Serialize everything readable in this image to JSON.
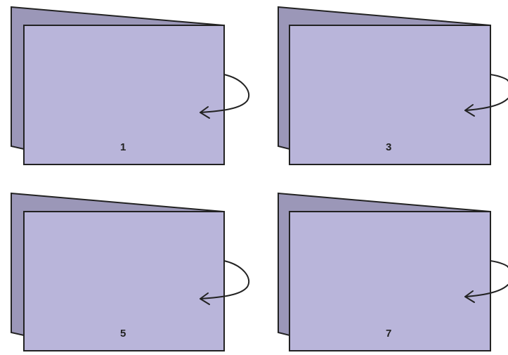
{
  "colors": {
    "back_page": "#9b97b8",
    "front_page": "#b9b5da",
    "outline": "#222222",
    "arrow": "#222222"
  },
  "panels": [
    {
      "label": "1"
    },
    {
      "label": "3"
    },
    {
      "label": "5"
    },
    {
      "label": "7"
    }
  ]
}
